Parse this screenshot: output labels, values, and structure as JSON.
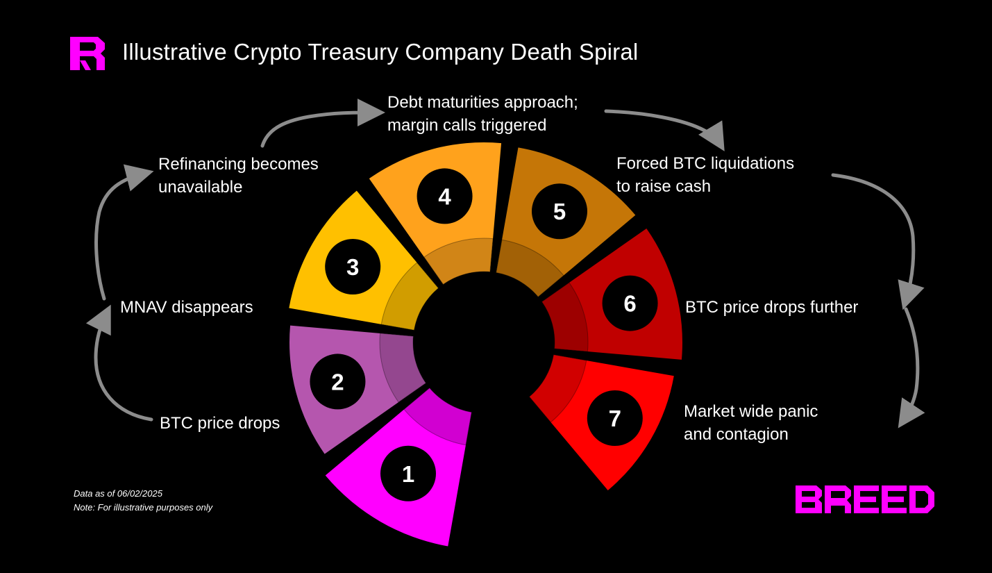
{
  "title": "Illustrative Crypto Treasury Company Death Spiral",
  "brand": {
    "wordmark": "BREED",
    "color": "#ff00ff"
  },
  "steps": [
    {
      "number": "1",
      "line1": "BTC price drops",
      "line2": "",
      "color": "#ff00ff"
    },
    {
      "number": "2",
      "line1": "MNAV disappears",
      "line2": "",
      "color": "#b556ae"
    },
    {
      "number": "3",
      "line1": "Refinancing becomes",
      "line2": "unavailable",
      "color": "#ffc000"
    },
    {
      "number": "4",
      "line1": "Debt maturities approach;",
      "line2": "margin calls triggered",
      "color": "#ffa21c"
    },
    {
      "number": "5",
      "line1": "Forced BTC liquidations",
      "line2": "to raise cash",
      "color": "#c57607"
    },
    {
      "number": "6",
      "line1": "BTC price drops further",
      "line2": "",
      "color": "#c00000"
    },
    {
      "number": "7",
      "line1": "Market wide panic",
      "line2": "and contagion",
      "color": "#ff0000"
    }
  ],
  "footnote": {
    "date": "Data as of 06/02/2025",
    "note": "Note: For illustrative purposes only"
  }
}
